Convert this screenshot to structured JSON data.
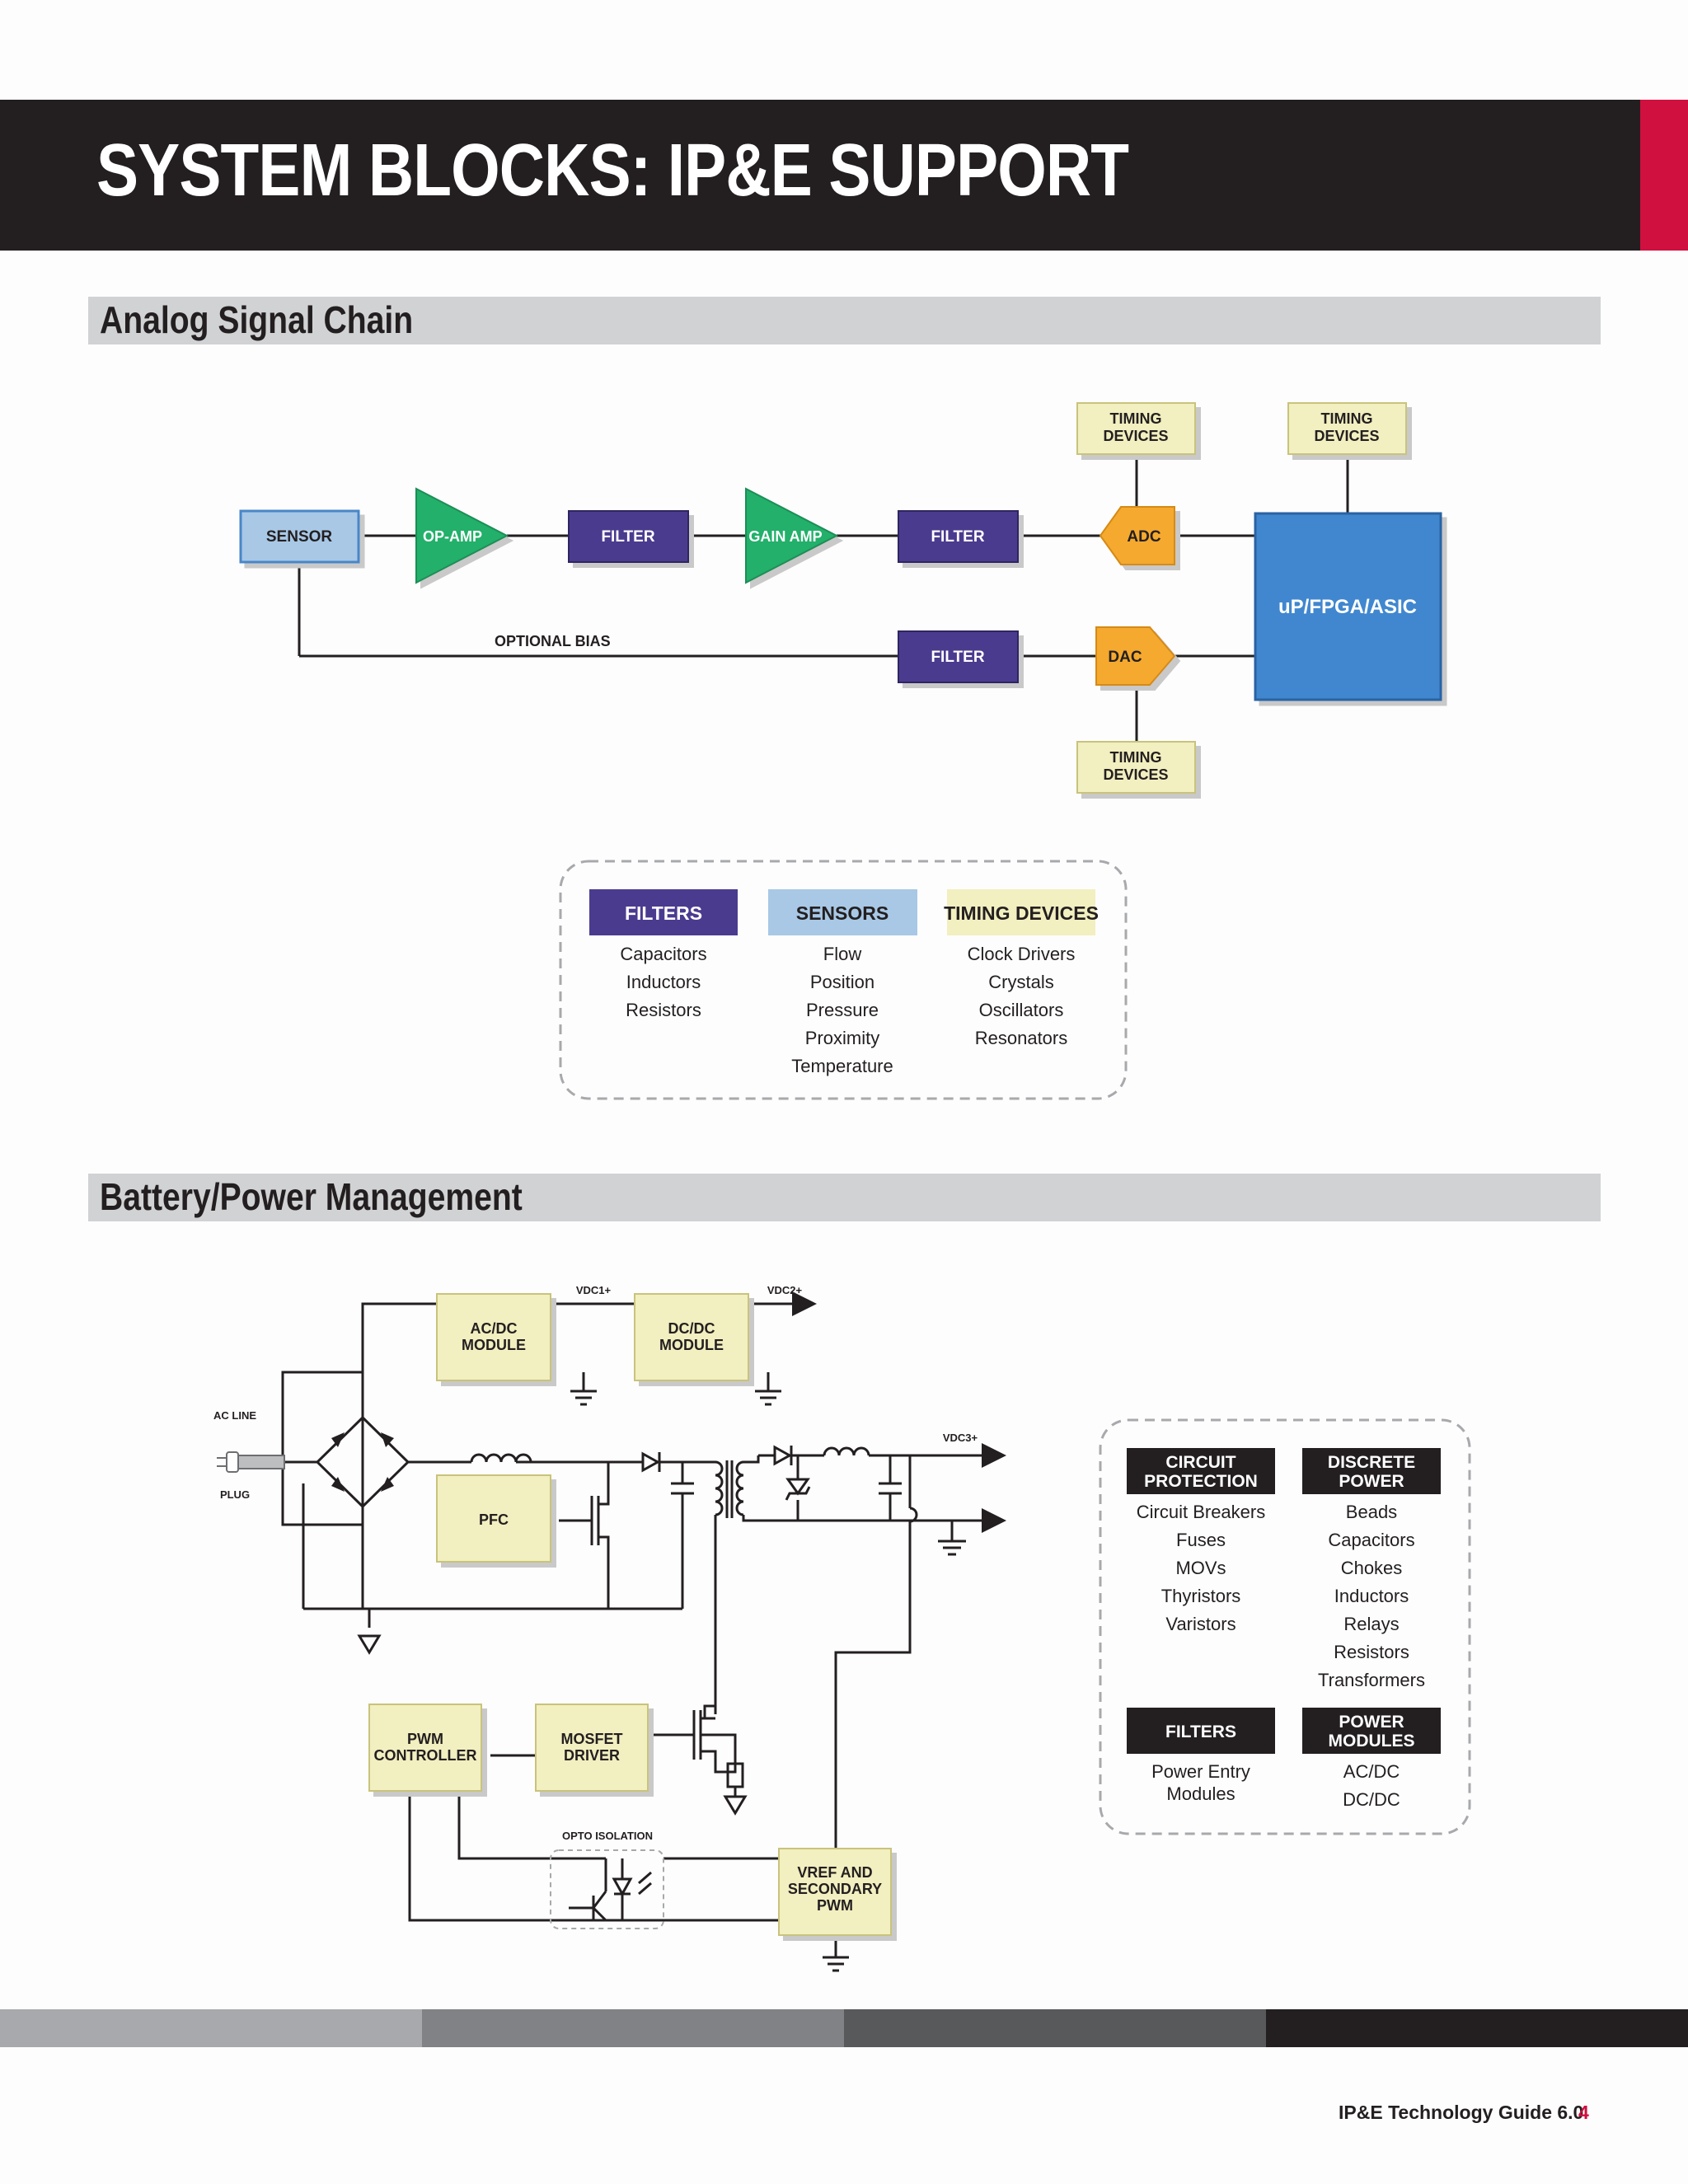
{
  "page": {
    "title": "SYSTEM BLOCKS: IP&E SUPPORT"
  },
  "colors": {
    "accent": "#d0103f",
    "filter": "#4b3b8f",
    "sensor": "#a8c8e6",
    "amp": "#22b06a",
    "converter": "#f5a92e",
    "timing": "#f2efc0",
    "processor": "#3f87cf",
    "category_dark": "#231f20"
  },
  "analog": {
    "section_title": "Analog Signal Chain",
    "blocks": {
      "sensor": "SENSOR",
      "op_amp": "OP-AMP",
      "filter1": "FILTER",
      "gain_amp": "GAIN AMP",
      "filter2": "FILTER",
      "filter3": "FILTER",
      "adc": "ADC",
      "dac": "DAC",
      "processor": "uP/FPGA/ASIC",
      "timing_a_1": "TIMING",
      "timing_a_2": "DEVICES",
      "timing_b_1": "TIMING",
      "timing_b_2": "DEVICES",
      "timing_c_1": "TIMING",
      "timing_c_2": "DEVICES",
      "optional_bias": "OPTIONAL BIAS"
    },
    "legend": [
      {
        "header": "FILTERS",
        "items": [
          "Capacitors",
          "Inductors",
          "Resistors"
        ]
      },
      {
        "header": "SENSORS",
        "items": [
          "Flow",
          "Position",
          "Pressure",
          "Proximity",
          "Temperature"
        ]
      },
      {
        "header": "TIMING DEVICES",
        "items": [
          "Clock Drivers",
          "Crystals",
          "Oscillators",
          "Resonators"
        ]
      }
    ]
  },
  "power": {
    "section_title": "Battery/Power Management",
    "blocks": {
      "acdc_1": "AC/DC",
      "acdc_2": "MODULE",
      "dcdc_1": "DC/DC",
      "dcdc_2": "MODULE",
      "pfc": "PFC",
      "pwm_1": "PWM",
      "pwm_2": "CONTROLLER",
      "mosfet_1": "MOSFET",
      "mosfet_2": "DRIVER",
      "vref_1": "VREF AND",
      "vref_2": "SECONDARY",
      "vref_3": "PWM"
    },
    "labels": {
      "vdc1": "VDC1+",
      "vdc2": "VDC2+",
      "vdc3": "VDC3+",
      "ac_line": "AC LINE",
      "plug": "PLUG",
      "opto": "OPTO ISOLATION"
    },
    "legend": [
      {
        "header_1": "CIRCUIT",
        "header_2": "PROTECTION",
        "items": [
          "Circuit Breakers",
          "Fuses",
          "MOVs",
          "Thyristors",
          "Varistors"
        ]
      },
      {
        "header_1": "DISCRETE",
        "header_2": "POWER",
        "items": [
          "Beads",
          "Capacitors",
          "Chokes",
          "Inductors",
          "Relays",
          "Resistors",
          "Transformers"
        ]
      },
      {
        "header_1": "FILTERS",
        "items": [
          "Power Entry",
          "Modules"
        ]
      },
      {
        "header_1": "POWER",
        "header_2": "MODULES",
        "items": [
          "AC/DC",
          "DC/DC"
        ]
      }
    ]
  },
  "footer": {
    "text": "IP&E Technology Guide 6.0",
    "page_number": "4"
  }
}
